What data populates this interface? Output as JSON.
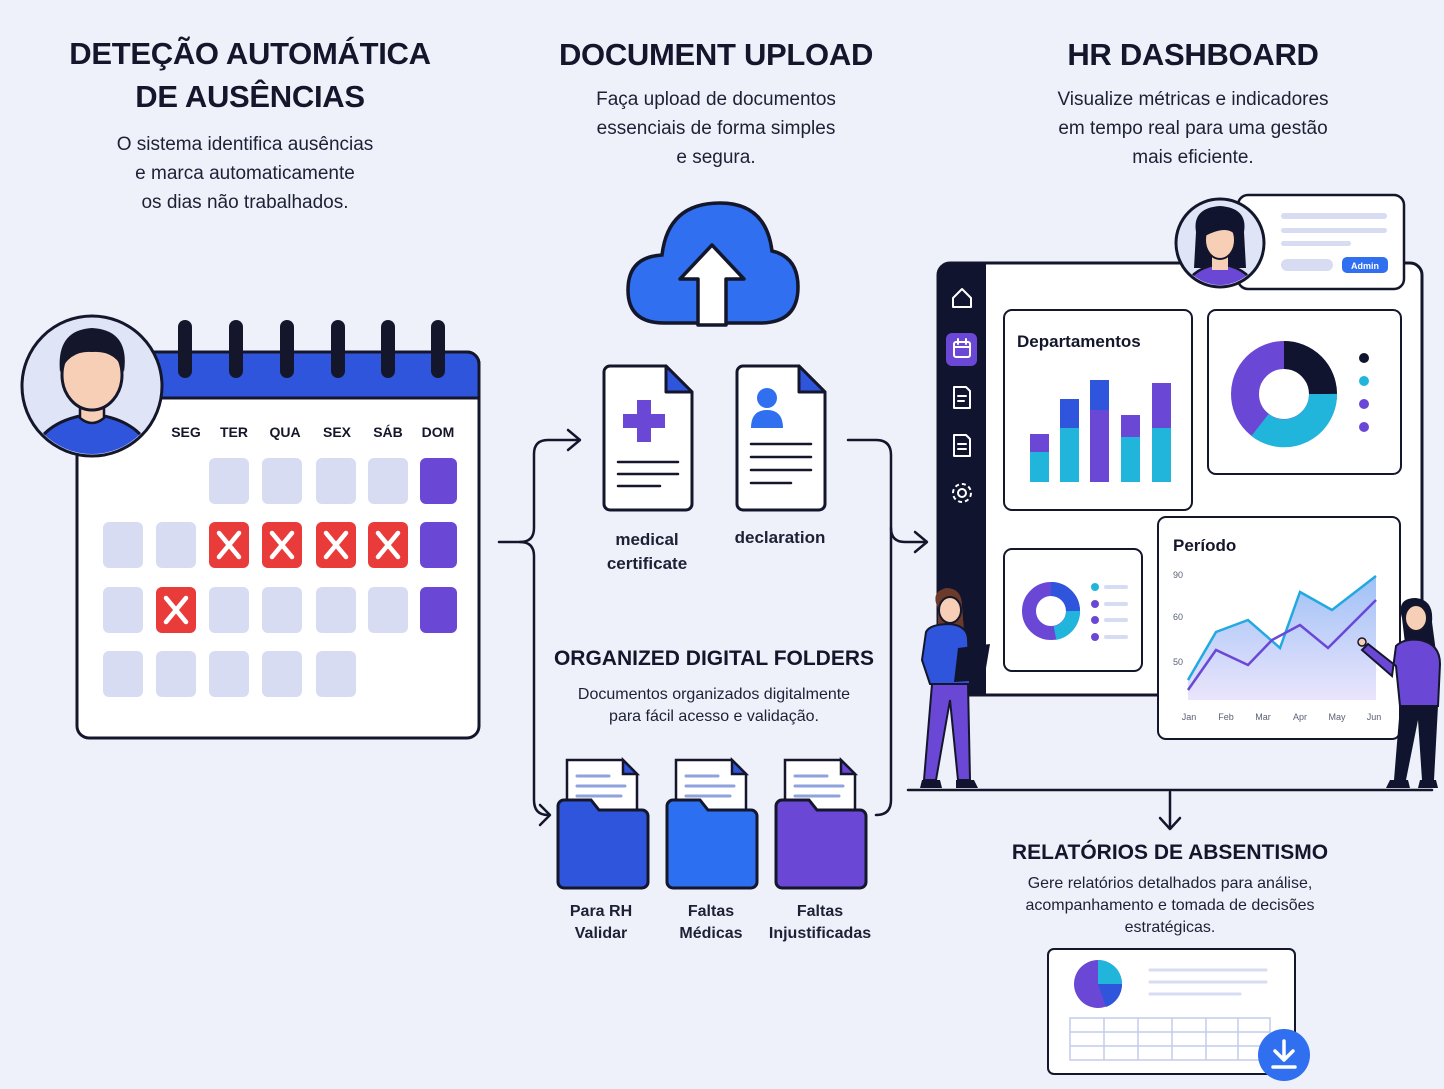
{
  "absences": {
    "title": "DETEÇÃO AUTOMÁTICA\nDE AUSÊNCIAS",
    "description": "O sistema identifica ausências\ne marca automaticamente\nos dias não trabalhados.",
    "weekdays": [
      "SEG",
      "TER",
      "QUA",
      "SEX",
      "SÁB",
      "DOM"
    ]
  },
  "upload": {
    "title": "DOCUMENT UPLOAD",
    "description": "Faça upload de documentos\nessenciais de forma simples\ne segura.",
    "documents": [
      {
        "label": "medical\ncertificate",
        "icon": "medical-cross-icon"
      },
      {
        "label": "declaration",
        "icon": "person-icon"
      }
    ]
  },
  "folders": {
    "title": "ORGANIZED DIGITAL FOLDERS",
    "description": "Documentos organizados digitalmente\npara fácil acesso e validação.",
    "items": [
      {
        "label": "Para RH\nValidar",
        "color": "#2f55dd"
      },
      {
        "label": "Faltas\nMédicas",
        "color": "#2c6ff0"
      },
      {
        "label": "Faltas\nInjustificadas",
        "color": "#6b47d6"
      }
    ]
  },
  "dashboard": {
    "title": "HR DASHBOARD",
    "description": "Visualize métricas e indicadores\nem tempo real para uma gestão\nmais eficiente.",
    "admin_badge": "Admin",
    "departments_title": "Departamentos",
    "period_title": "Período",
    "period_y_ticks": [
      "90",
      "60",
      "50"
    ],
    "period_months": [
      "Jan",
      "Feb",
      "Mar",
      "Apr",
      "May",
      "Jun"
    ],
    "sidebar_icons": [
      "home-icon",
      "calendar-icon",
      "document-edit-icon",
      "document-icon",
      "gear-icon"
    ]
  },
  "reports": {
    "title": "RELATÓRIOS DE ABSENTISMO",
    "description": "Gere relatórios detalhados para análise,\nacompanhamento e tomada de decisões\nestratégicas."
  },
  "colors": {
    "blue": "#2f6ff0",
    "purple": "#6b47d6",
    "cyan": "#22b5dc",
    "navy": "#10142e",
    "red": "#ea3b3b",
    "cell": "#d7dcf3"
  }
}
